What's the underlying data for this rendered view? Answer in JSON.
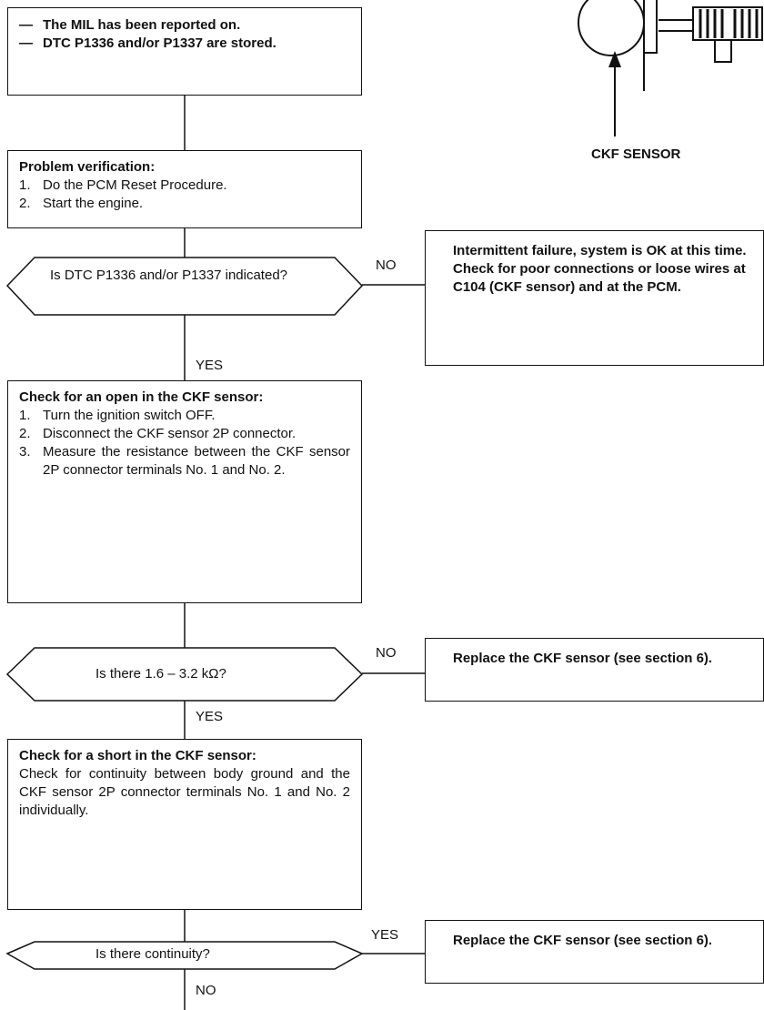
{
  "start": {
    "bullets": [
      "The MIL has been reported on.",
      "DTC P1336 and/or P1337 are stored."
    ],
    "dash": "—"
  },
  "verify": {
    "title": "Problem verification:",
    "steps": [
      "Do the PCM Reset Procedure.",
      "Start the engine."
    ]
  },
  "q1": {
    "text": "Is DTC P1336 and/or P1337 indicated?",
    "no": "NO",
    "yes": "YES"
  },
  "intermittent": {
    "text": "Intermittent failure, system is OK at this time. Check for poor connections or loose wires at C104 (CKF sensor) and at the PCM."
  },
  "open_check": {
    "title": "Check for an open in the CKF sensor:",
    "steps": [
      "Turn the ignition switch OFF.",
      "Disconnect the CKF sensor 2P connector.",
      "Measure the resistance between the CKF sensor 2P connector terminals No. 1 and No. 2."
    ]
  },
  "q2": {
    "text": "Is there 1.6 – 3.2 kΩ?",
    "no": "NO",
    "yes": "YES"
  },
  "replace1": {
    "text": "Replace the CKF sensor (see section 6)."
  },
  "short_check": {
    "title": "Check for a short in the CKF sensor:",
    "body": "Check for continuity between body ground and the CKF sensor 2P connector terminals No. 1 and No. 2 individually."
  },
  "q3": {
    "text": "Is there continuity?",
    "yes": "YES",
    "no": "NO"
  },
  "replace2": {
    "text": "Replace the CKF sensor (see section 6)."
  },
  "illustration": {
    "label": "CKF SENSOR"
  }
}
